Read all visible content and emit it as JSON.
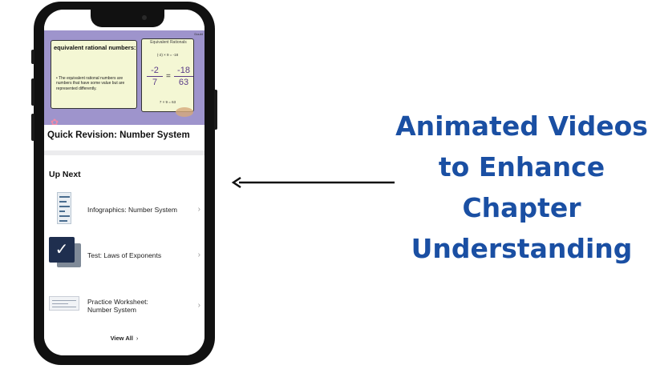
{
  "phone": {
    "video": {
      "corner_label": "Doubt",
      "left_card": {
        "title": "equivalent rational numbers:",
        "bullet": "The equivalent rational numbers are numbers that have some value but are represented differently."
      },
      "right_card": {
        "title": "Equivalent Rationals",
        "top_equation": "(-2) × 9 = -18",
        "fraction1_num": "-2",
        "fraction1_den": "7",
        "equals": "=",
        "fraction2_num": "-18",
        "fraction2_den": "63",
        "bottom_equation": "7 × 9 = 63"
      }
    },
    "video_title": "Quick Revision: Number System",
    "up_next": {
      "heading": "Up Next",
      "items": [
        {
          "label": "Infographics: Number System",
          "icon": "infographic-thumbnail"
        },
        {
          "label": "Test: Laws of Exponents",
          "icon": "checkmark-test-thumbnail"
        },
        {
          "label": "Practice Worksheet: Number System",
          "icon": "worksheet-thumbnail"
        }
      ],
      "view_all": "View All"
    }
  },
  "caption": {
    "line1": "Animated Videos",
    "line2": "to Enhance",
    "line3": "Chapter",
    "line4": "Understanding",
    "color": "#1a4fa3"
  }
}
